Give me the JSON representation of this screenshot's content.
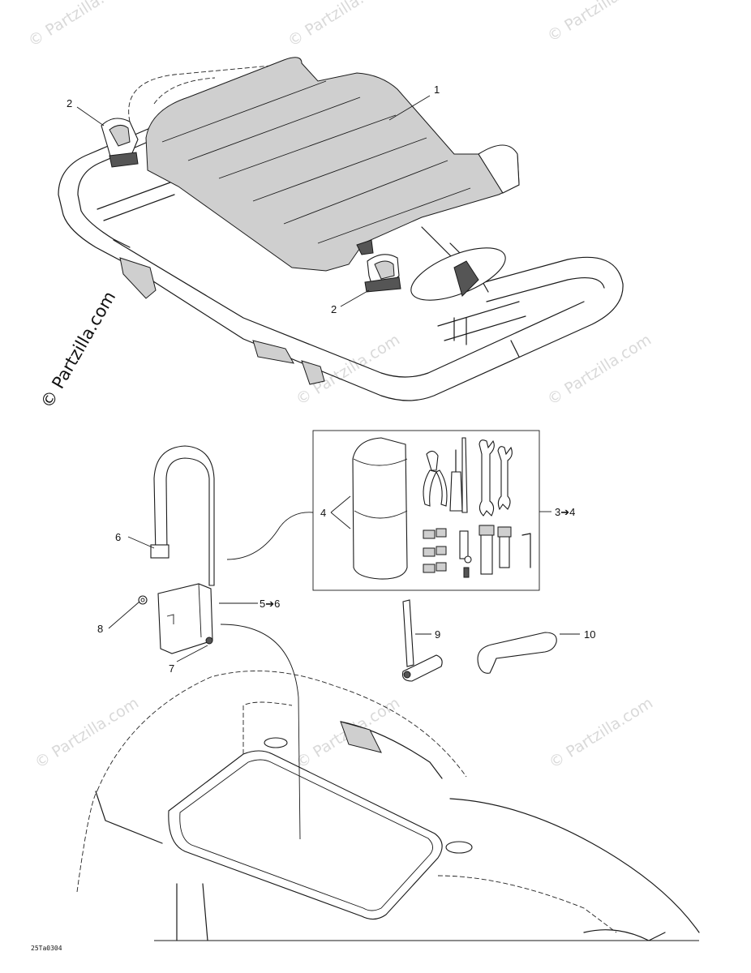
{
  "watermark": {
    "text": "© Partzilla.com",
    "side_text": "© Partzilla.com"
  },
  "callouts": {
    "c1": "1",
    "c2a": "2",
    "c2b": "2",
    "c3": "3➔4",
    "c4": "4",
    "c5": "5➔6",
    "c6": "6",
    "c7": "7",
    "c8": "8",
    "c9": "9",
    "c10": "10"
  },
  "drawing_code": "25Ta0304",
  "colors": {
    "line": "#1a1a1a",
    "watermark": "#d9d9d9",
    "background": "#ffffff"
  }
}
